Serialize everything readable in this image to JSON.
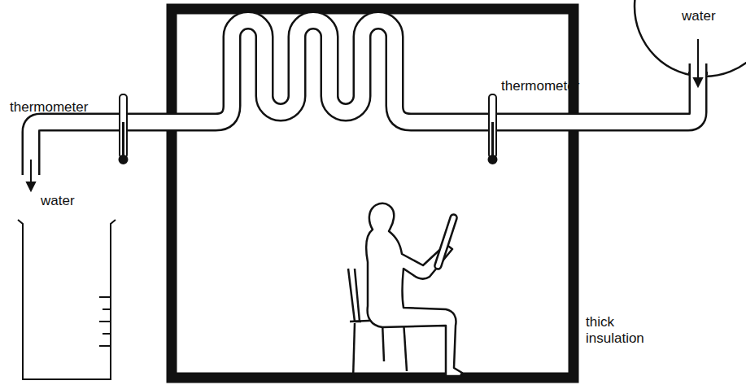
{
  "diagram": {
    "labels": [
      "water",
      "thermometer",
      "thermometer",
      "water",
      "thick insulation"
    ]
  }
}
